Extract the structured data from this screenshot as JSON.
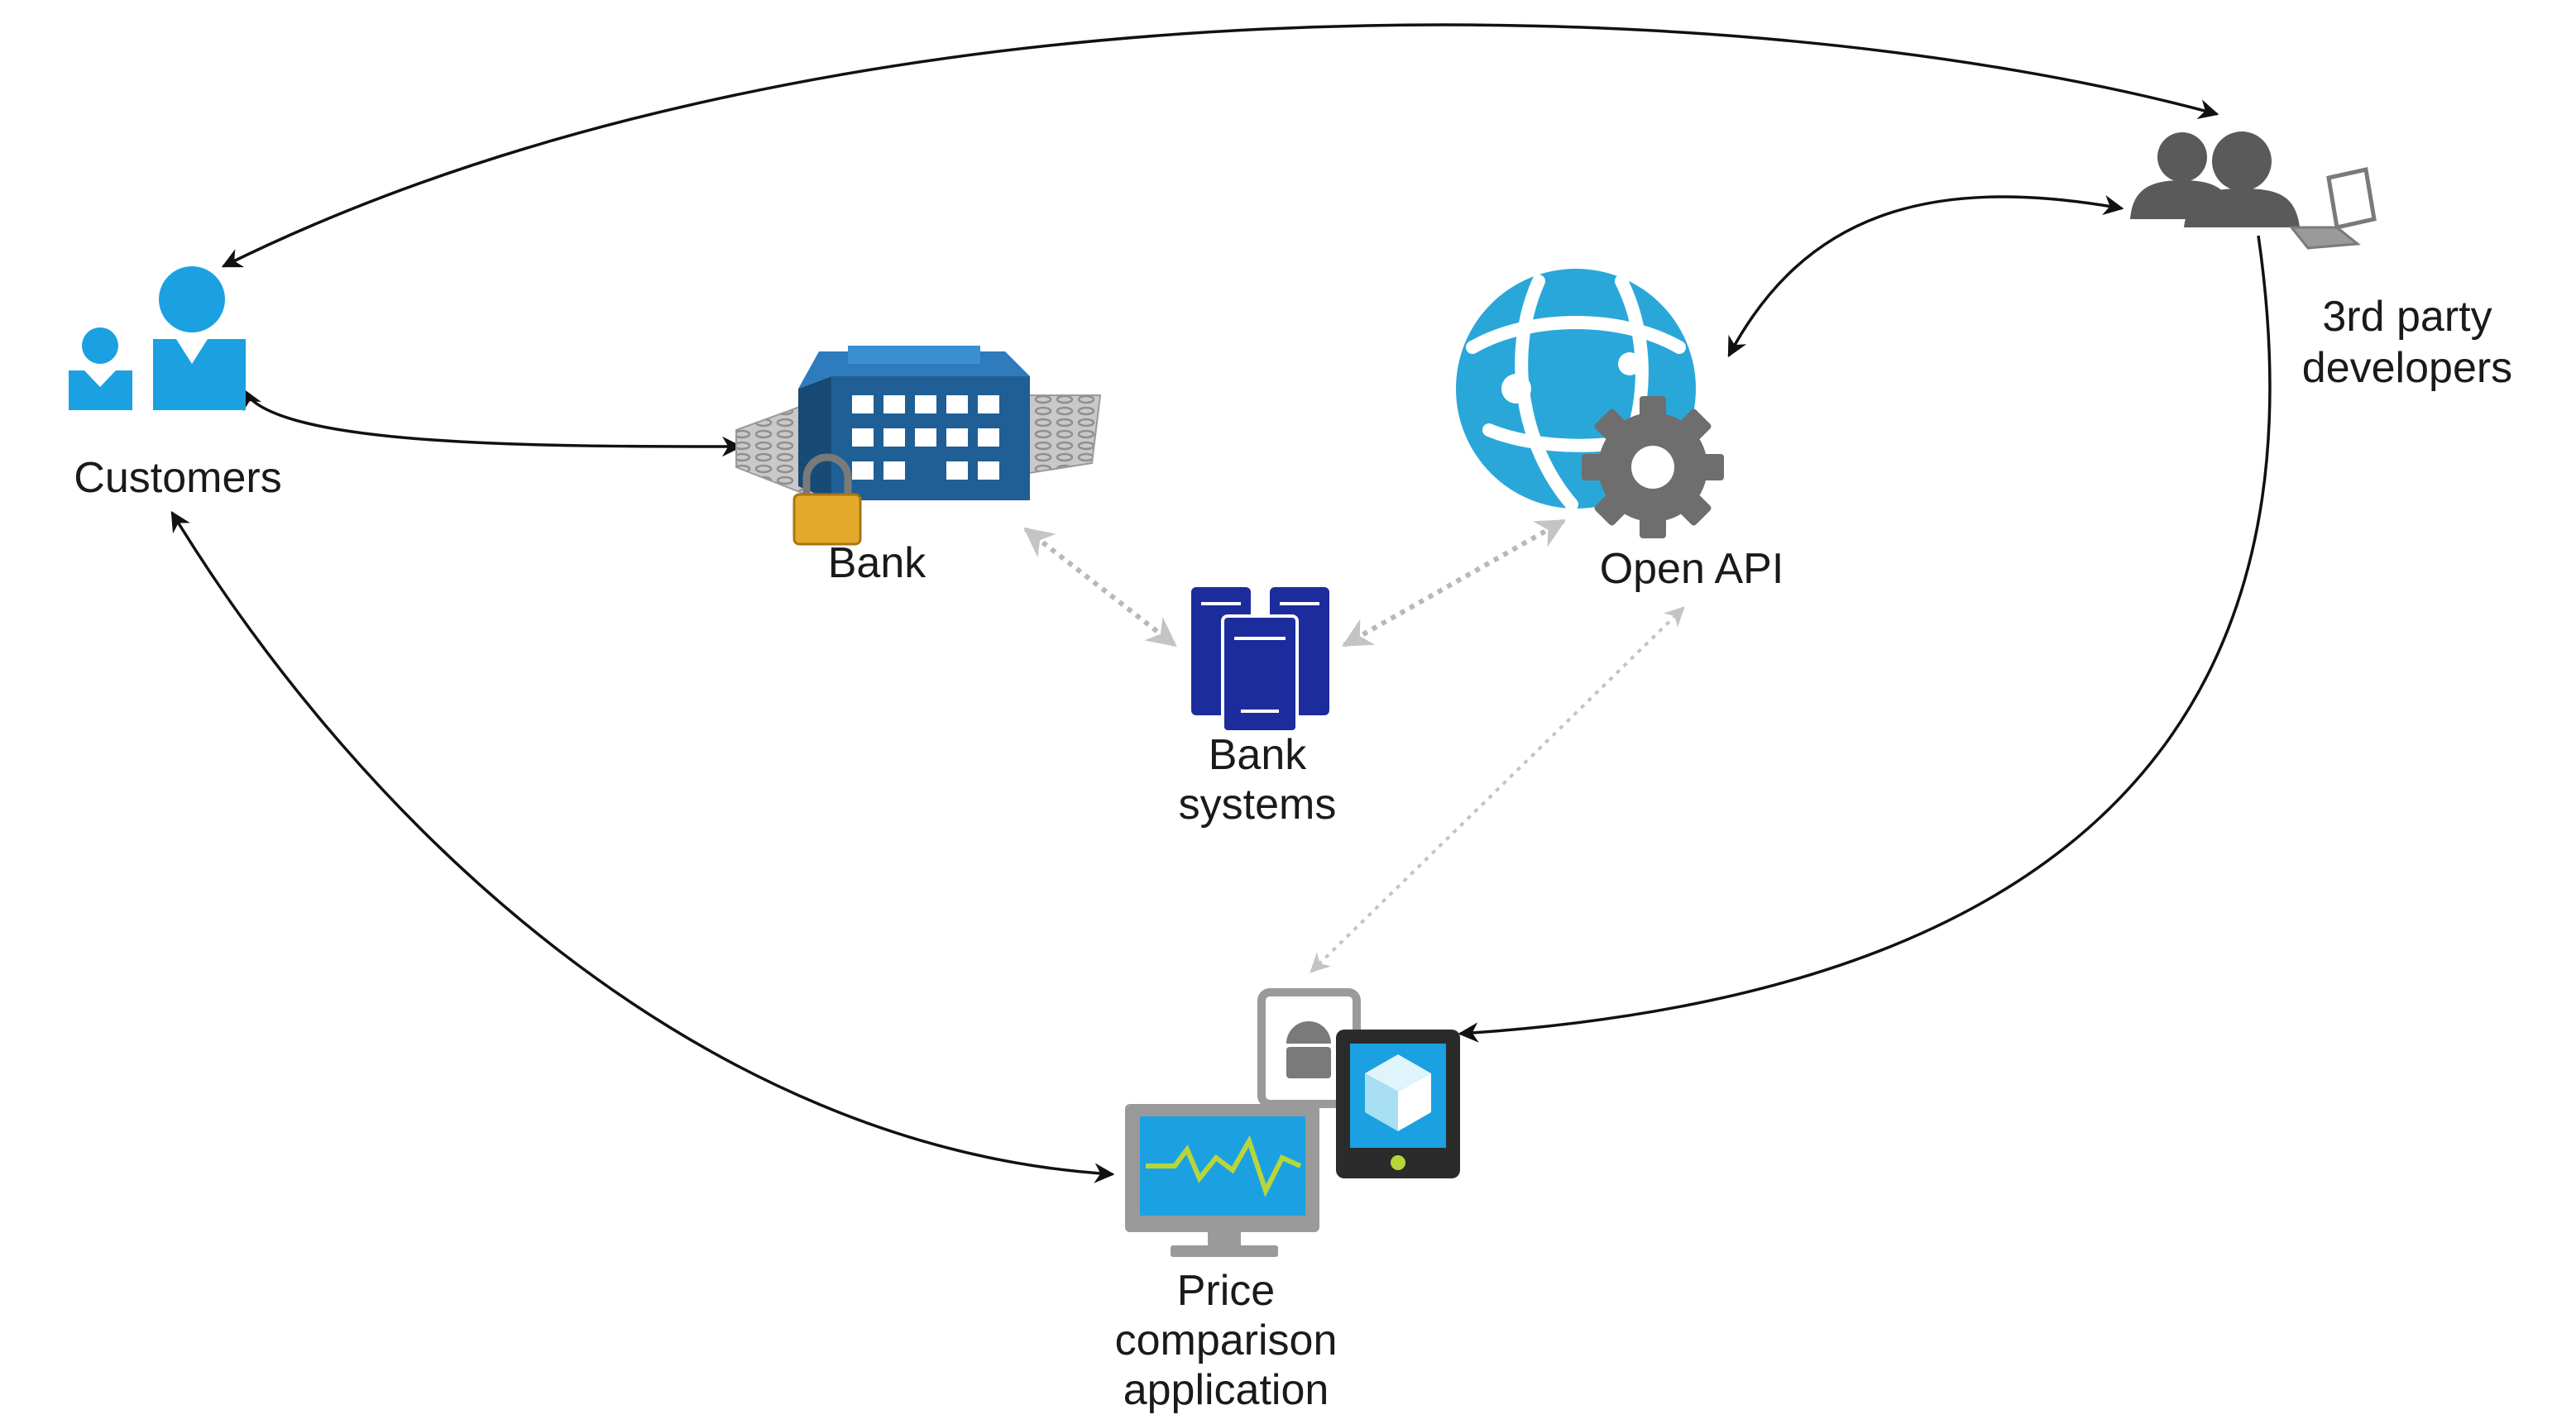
{
  "nodes": {
    "customers": {
      "label": "Customers"
    },
    "bank": {
      "label": "Bank"
    },
    "bank_systems": {
      "label_lines": [
        "Bank",
        "systems"
      ]
    },
    "open_api": {
      "label": "Open API"
    },
    "developers": {
      "label_lines": [
        "3rd party",
        "developers"
      ]
    },
    "price_app": {
      "label_lines": [
        "Price",
        "comparison",
        "application"
      ]
    }
  },
  "colors": {
    "customer_blue": "#1ba1e2",
    "bank_blue": "#1f5f95",
    "server_navy": "#1d2c9c",
    "api_blue": "#2aa7d9",
    "gear_gray": "#6e6e6e",
    "people_gray": "#5a5a5a",
    "arrow_black": "#111111",
    "arrow_dotted_gray": "#b8b8b8",
    "lock_gold": "#e3a92b"
  },
  "connections": [
    {
      "from": "customers",
      "to": "developers",
      "style": "solid",
      "direction": "both"
    },
    {
      "from": "customers",
      "to": "bank",
      "style": "solid",
      "direction": "both"
    },
    {
      "from": "open_api",
      "to": "developers",
      "style": "solid",
      "direction": "both"
    },
    {
      "from": "developers",
      "to": "price_app",
      "style": "solid",
      "direction": "forward"
    },
    {
      "from": "customers",
      "to": "price_app",
      "style": "solid",
      "direction": "both"
    },
    {
      "from": "bank",
      "to": "bank_systems",
      "style": "dotted",
      "direction": "both"
    },
    {
      "from": "bank_systems",
      "to": "open_api",
      "style": "dotted",
      "direction": "both"
    },
    {
      "from": "open_api",
      "to": "price_app",
      "style": "dotted",
      "direction": "both"
    }
  ]
}
